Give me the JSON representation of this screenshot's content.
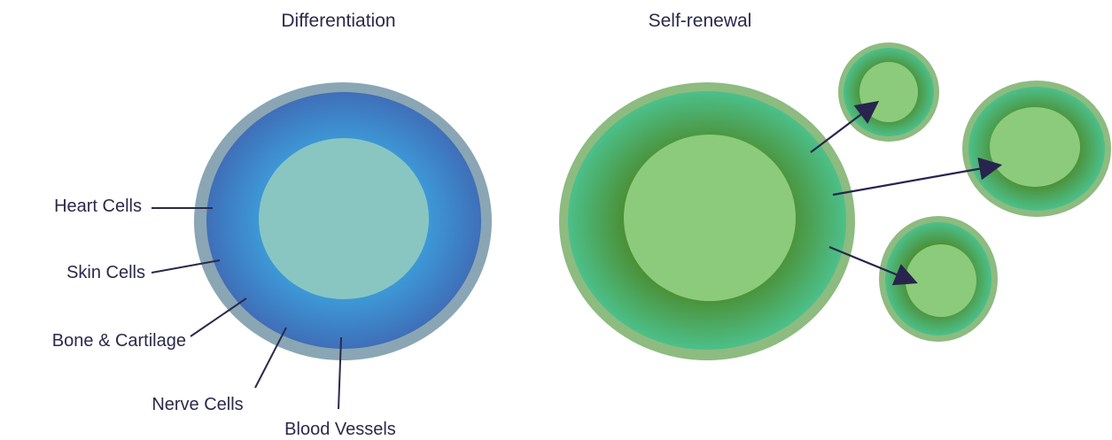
{
  "titles": {
    "left": "Differentiation",
    "right": "Self-renewal"
  },
  "differentiation_labels": [
    "Heart Cells",
    "Skin Cells",
    "Bone & Cartilage",
    "Nerve Cells",
    "Blood Vessels"
  ],
  "colors": {
    "text": "#2a2a4a",
    "line": "#2a2a4a",
    "stem_outer_ring": "#8aa6b4",
    "stem_body_edge": "#3f6fb8",
    "stem_body_mid": "#3d9ad8",
    "stem_nucleus": "#89c6c2",
    "renewal_outer_ring": "#8dbb80",
    "renewal_body_edge": "#4cc08a",
    "renewal_body_center": "#4b8a2c",
    "renewal_nucleus": "#8ccb7b",
    "arrow": "#28244e"
  }
}
